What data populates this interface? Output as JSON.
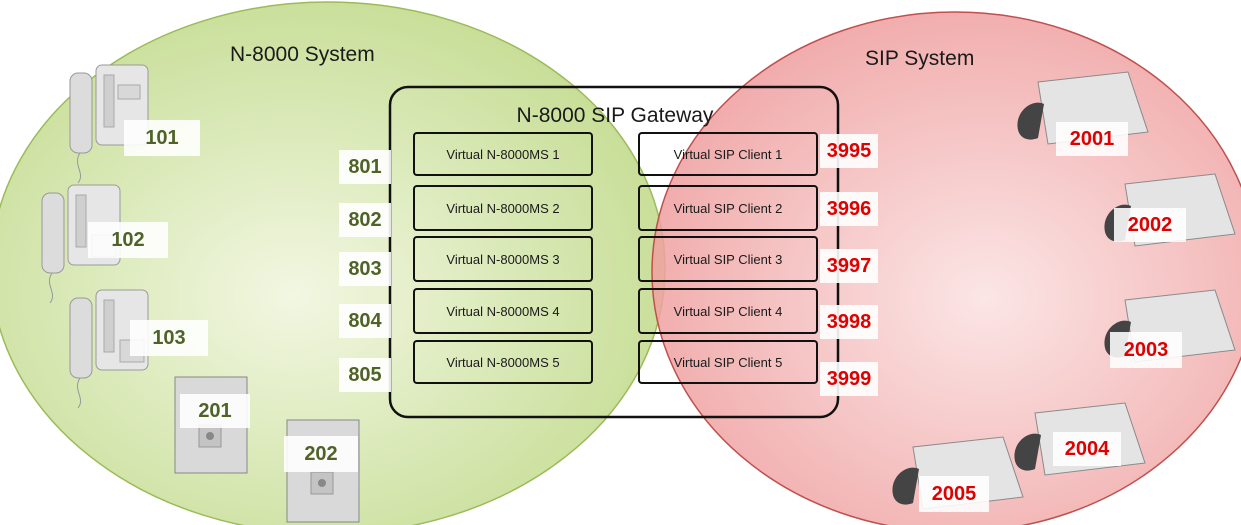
{
  "n8000_system": {
    "title": "N-8000 System",
    "color": "#c6dd94",
    "stations": [
      {
        "number": "101",
        "icon": "desk-phone-icon"
      },
      {
        "number": "102",
        "icon": "desk-phone-icon"
      },
      {
        "number": "103",
        "icon": "desk-phone-icon"
      },
      {
        "number": "201",
        "icon": "intercom-panel-icon"
      },
      {
        "number": "202",
        "icon": "intercom-panel-icon"
      }
    ]
  },
  "sip_system": {
    "title": "SIP System",
    "color": "#ee9a9a",
    "phones": [
      {
        "number": "2001",
        "icon": "sip-phone-icon"
      },
      {
        "number": "2002",
        "icon": "sip-phone-icon"
      },
      {
        "number": "2003",
        "icon": "sip-phone-icon"
      },
      {
        "number": "2004",
        "icon": "sip-phone-icon"
      },
      {
        "number": "2005",
        "icon": "sip-phone-icon"
      }
    ]
  },
  "gateway": {
    "title": "N-8000 SIP Gateway",
    "channels": [
      {
        "n_number": "801",
        "n_label": "Virtual N-8000MS 1",
        "sip_label": "Virtual SIP Client 1",
        "sip_number": "3995"
      },
      {
        "n_number": "802",
        "n_label": "Virtual N-8000MS 2",
        "sip_label": "Virtual SIP Client 2",
        "sip_number": "3996"
      },
      {
        "n_number": "803",
        "n_label": "Virtual N-8000MS 3",
        "sip_label": "Virtual SIP Client 3",
        "sip_number": "3997"
      },
      {
        "n_number": "804",
        "n_label": "Virtual N-8000MS 4",
        "sip_label": "Virtual SIP Client 4",
        "sip_number": "3998"
      },
      {
        "n_number": "805",
        "n_label": "Virtual N-8000MS 5",
        "sip_label": "Virtual SIP Client 5",
        "sip_number": "3999"
      }
    ]
  }
}
